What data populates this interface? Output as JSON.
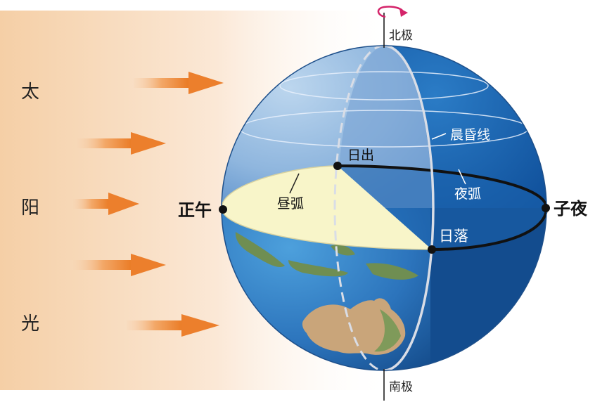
{
  "sunlight_label": [
    "太",
    "阳",
    "光"
  ],
  "labels": {
    "north_pole": "北极",
    "south_pole": "南极",
    "terminator": "晨昏线",
    "sunrise": "日出",
    "sunset": "日落",
    "noon": "正午",
    "midnight": "子夜",
    "day_arc": "昼弧",
    "night_arc": "夜弧"
  },
  "colors": {
    "sun_glow": "#f7d9b8",
    "arrow": "#ee8833",
    "ocean_day": "#3d8fd0",
    "ocean_night": "#0f4f9a",
    "day_plane": "#f6f3c6",
    "land": "#c9a57a",
    "axis_arrow": "#d4246a"
  }
}
